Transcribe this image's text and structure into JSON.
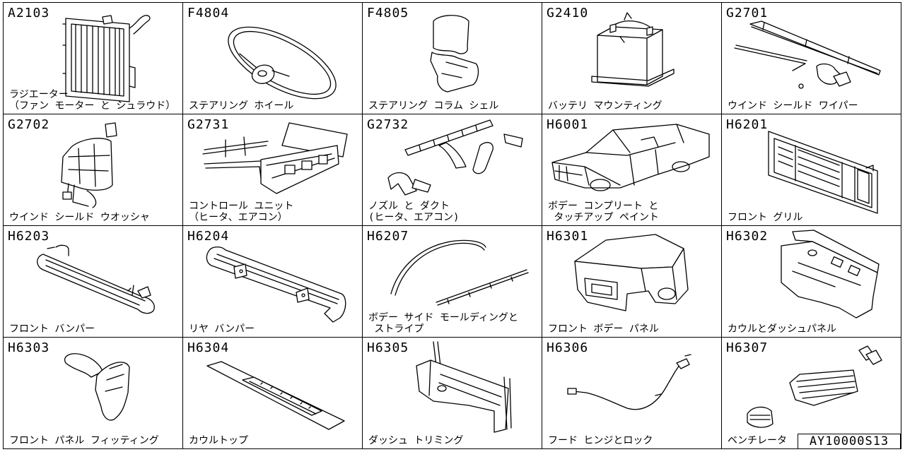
{
  "parts": [
    {
      "code": "A2103",
      "name": "ラジエーター\n（ファン モーター と シュラウド）"
    },
    {
      "code": "F4804",
      "name": "ステアリング ホイール"
    },
    {
      "code": "F4805",
      "name": "ステアリング コラム シェル"
    },
    {
      "code": "G2410",
      "name": "バッテリ マウンティング"
    },
    {
      "code": "G2701",
      "name": "ウインド シールド ワイパー"
    },
    {
      "code": "G2702",
      "name": "ウインド シールド ウオッシャ"
    },
    {
      "code": "G2731",
      "name": "コントロール ユニット\n（ヒータ、エアコン）"
    },
    {
      "code": "G2732",
      "name": "ノズル と ダクト\n(ヒータ、エアコン)"
    },
    {
      "code": "H6001",
      "name": "ボデー コンプリート と\n タッチアップ ペイント"
    },
    {
      "code": "H6201",
      "name": "フロント グリル"
    },
    {
      "code": "H6203",
      "name": "フロント バンパー"
    },
    {
      "code": "H6204",
      "name": "リヤ バンパー"
    },
    {
      "code": "H6207",
      "name": "ボデー サイド モールディングと\n ストライプ"
    },
    {
      "code": "H6301",
      "name": "フロント ボデー パネル"
    },
    {
      "code": "H6302",
      "name": "カウルとダッシュパネル"
    },
    {
      "code": "H6303",
      "name": "フロント パネル フィッティング"
    },
    {
      "code": "H6304",
      "name": "カウルトップ"
    },
    {
      "code": "H6305",
      "name": "ダッシュ トリミング"
    },
    {
      "code": "H6306",
      "name": "フード ヒンジとロック"
    },
    {
      "code": "H6307",
      "name": "ベンチレータ"
    }
  ],
  "catalog_code": "AY10000S13"
}
